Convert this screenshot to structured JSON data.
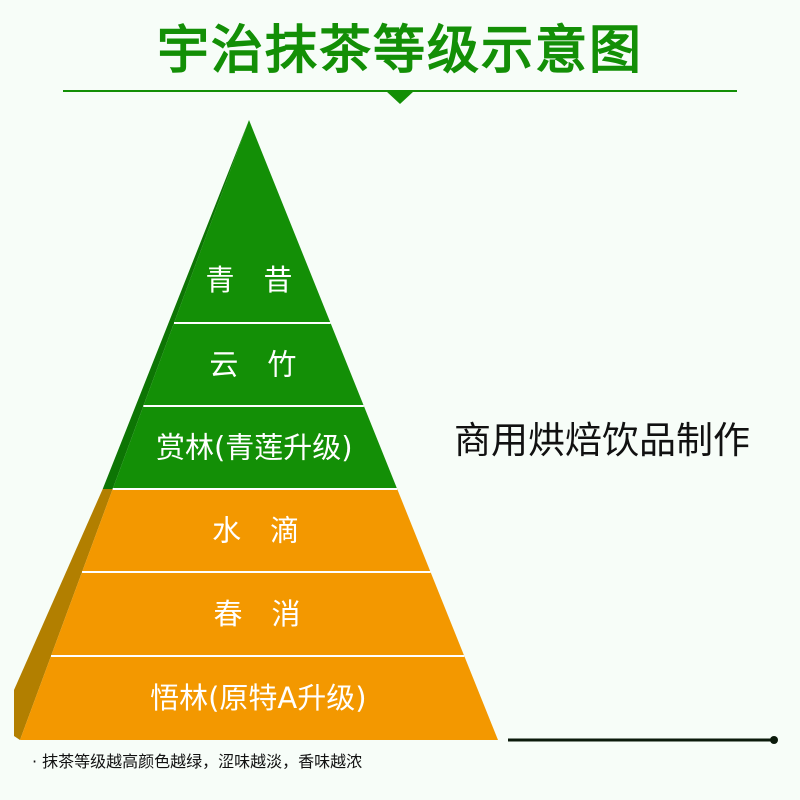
{
  "title": "宇治抹茶等级示意图",
  "side_label": "商用烘焙饮品制作",
  "tiers": [
    {
      "label": "青　昔",
      "group": "green"
    },
    {
      "label": "云　竹",
      "group": "green"
    },
    {
      "label": "赏林(青莲升级)",
      "group": "green"
    },
    {
      "label": "水　滴",
      "group": "orange"
    },
    {
      "label": "春　消",
      "group": "orange"
    },
    {
      "label": "悟林(原特A升级)",
      "group": "orange"
    }
  ],
  "note": "· 抹茶等级越高颜色越绿，涩味越淡，香味越浓",
  "colors": {
    "green": "#138f06",
    "green_dark": "#0d7504",
    "orange": "#f39800",
    "orange_dark": "#b27f00"
  }
}
